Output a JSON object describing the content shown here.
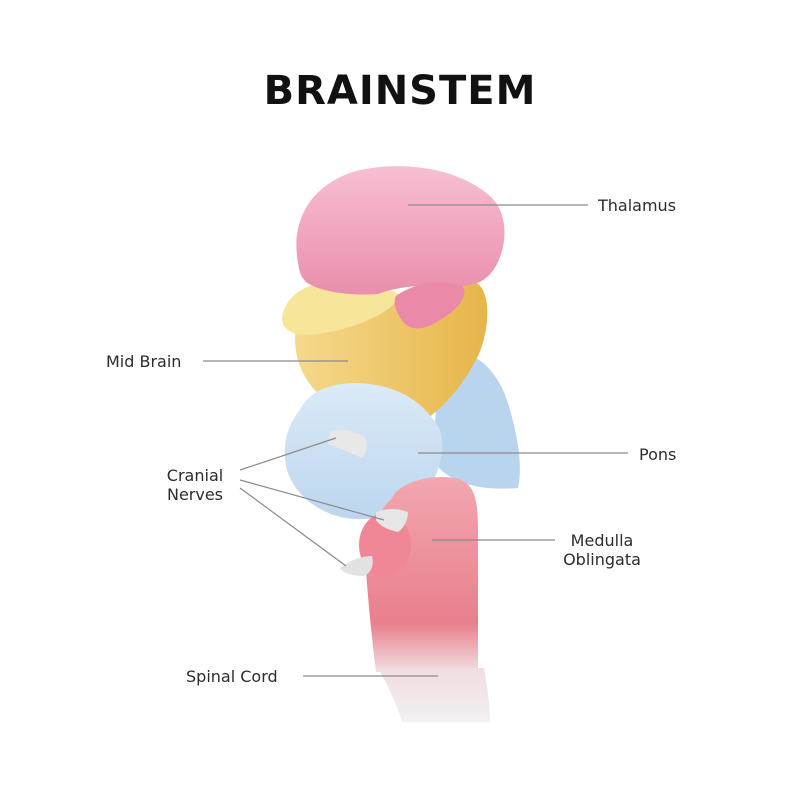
{
  "title": "BRAINSTEM",
  "labels": {
    "thalamus": "Thalamus",
    "mid_brain": "Mid Brain",
    "pons": "Pons",
    "cranial_nerves_line1": "Cranial",
    "cranial_nerves_line2": "Nerves",
    "medulla_line1": "Medulla",
    "medulla_line2": "Oblingata",
    "spinal_cord": "Spinal Cord"
  },
  "colors": {
    "thalamus": "#f2a3bd",
    "mid_brain": "#f1cd72",
    "mid_brain_cap": "#f6e79a",
    "pons": "#cde3f4",
    "medulla": "#ee8f9b",
    "spinal_cord": "#ececec",
    "nerves": "#e6e6e6",
    "leader_line": "#8a8a8a"
  }
}
